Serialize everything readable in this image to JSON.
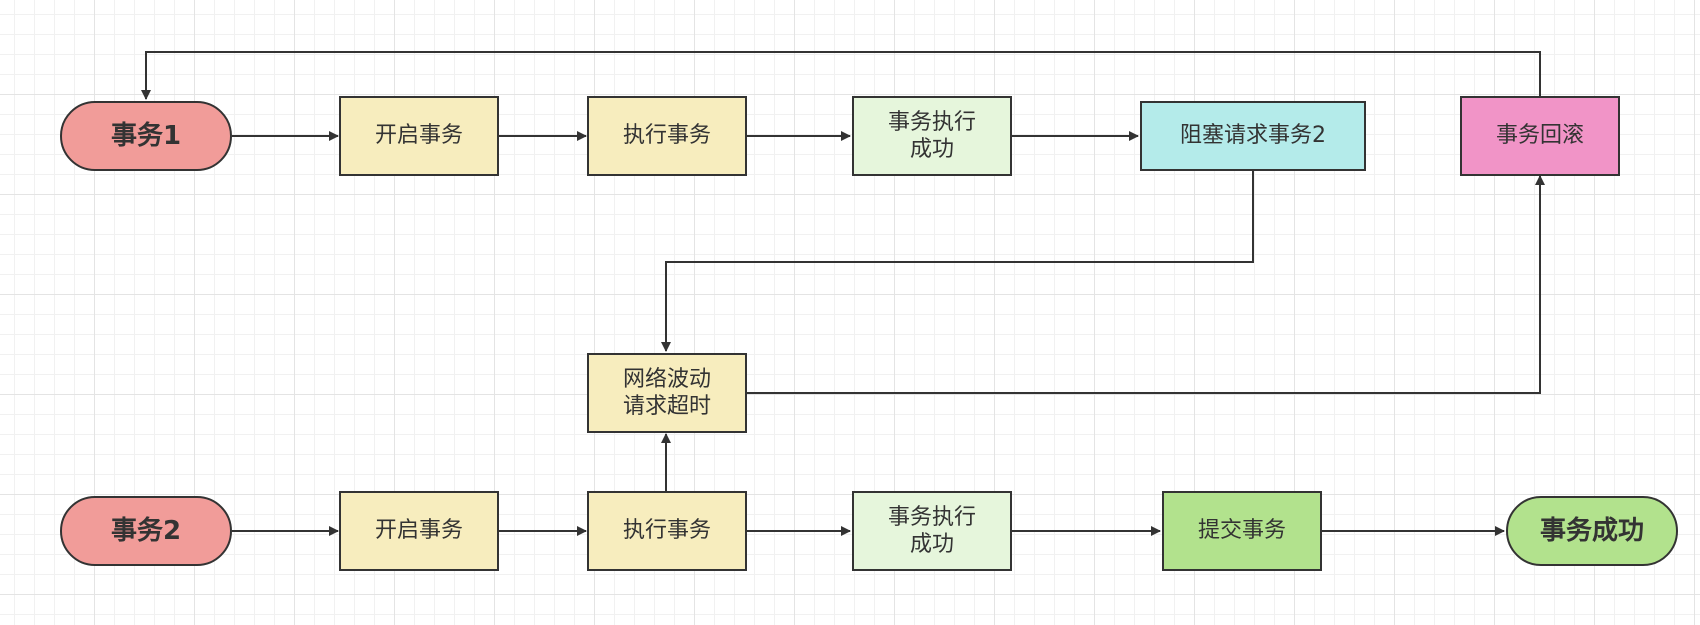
{
  "colors": {
    "terminal_red": "#f19c99",
    "step_yellow": "#f7edbe",
    "success_green_light": "#e6f6dc",
    "block_cyan": "#b4ebea",
    "rollback_pink": "#f194c7",
    "commit_green": "#b2e28d",
    "done_green": "#b2e28d",
    "stroke": "#333333"
  },
  "nodes": {
    "tx1": "事务1",
    "t1_begin": "开启事务",
    "t1_exec": "执行事务",
    "t1_ok": "事务执行\n成功",
    "t1_block": "阻塞请求事务2",
    "t1_rollback": "事务回滚",
    "net_timeout": "网络波动\n请求超时",
    "tx2": "事务2",
    "t2_begin": "开启事务",
    "t2_exec": "执行事务",
    "t2_ok": "事务执行\n成功",
    "t2_commit": "提交事务",
    "t2_done": "事务成功"
  },
  "edges": [
    {
      "from": "tx1",
      "to": "t1_begin"
    },
    {
      "from": "t1_begin",
      "to": "t1_exec"
    },
    {
      "from": "t1_exec",
      "to": "t1_ok"
    },
    {
      "from": "t1_ok",
      "to": "t1_block"
    },
    {
      "from": "t1_block",
      "to": "net_timeout"
    },
    {
      "from": "net_timeout",
      "to": "t1_rollback"
    },
    {
      "from": "t1_rollback",
      "to": "tx1"
    },
    {
      "from": "tx2",
      "to": "t2_begin"
    },
    {
      "from": "t2_begin",
      "to": "t2_exec"
    },
    {
      "from": "t2_exec",
      "to": "t2_ok"
    },
    {
      "from": "t2_ok",
      "to": "t2_commit"
    },
    {
      "from": "t2_commit",
      "to": "t2_done"
    },
    {
      "from": "t2_exec",
      "to": "net_timeout"
    }
  ]
}
